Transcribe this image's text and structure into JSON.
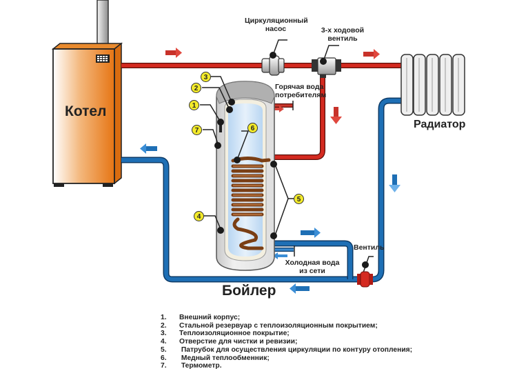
{
  "labels": {
    "boiler": "Котел",
    "pump": "Циркуляционный насос",
    "pump_line1": "Циркуляционный",
    "pump_line2": "насос",
    "valve3_line1": "3-х ходовой",
    "valve3_line2": "вентиль",
    "hot_water_line1": "Горячая вода",
    "hot_water_line2": "потребителям",
    "radiator": "Радиатор",
    "cold_water_line1": "Холодная вода",
    "cold_water_line2": "из сети",
    "valve": "Вентиль",
    "tank": "Бойлер"
  },
  "badges": [
    "1",
    "2",
    "3",
    "4",
    "5",
    "6",
    "7"
  ],
  "legend": [
    {
      "num": "1.",
      "text": "Внешний корпус;"
    },
    {
      "num": "2.",
      "text": "Стальной резервуар с теплоизоляционным покрытием;"
    },
    {
      "num": "3.",
      "text": "Теплоизоляционное покрытие;"
    },
    {
      "num": "4.",
      "text": "Отверстие для чистки и ревизии;"
    },
    {
      "num": "5.",
      "text": " Патрубок для осуществления циркуляции по контуру отопления;"
    },
    {
      "num": "6.",
      "text": " Медный теплообменник;"
    },
    {
      "num": "7.",
      "text": " Термометр."
    }
  ],
  "colors": {
    "hot_pipe": "#d42a20",
    "cold_pipe": "#1e6fb5",
    "boiler_body": "#e8791c",
    "badge": "#f3ea2a",
    "coil": "#8a4a1c",
    "water": "#cfe4f7"
  }
}
